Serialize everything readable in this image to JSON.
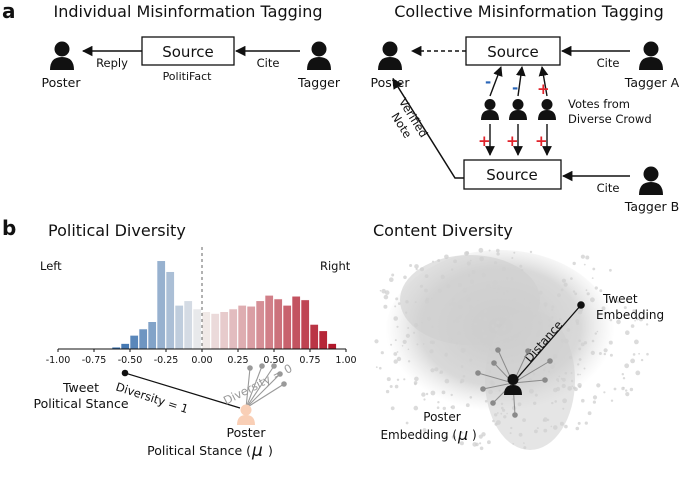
{
  "panel_a": {
    "label": "a",
    "left": {
      "title": "Individual Misinformation Tagging",
      "source": "Source",
      "source_caption": "PolitiFact",
      "reply": "Reply",
      "cite": "Cite",
      "poster": "Poster",
      "tagger": "Tagger"
    },
    "right": {
      "title": "Collective Misinformation Tagging",
      "source_top": "Source",
      "source_bottom": "Source",
      "cite_a": "Cite",
      "cite_b": "Cite",
      "poster": "Poster",
      "tagger_a": "Tagger A",
      "tagger_b": "Tagger B",
      "votes": [
        "Votes from",
        "Diverse Crowd"
      ],
      "verified_note": [
        "Verified",
        "Note"
      ],
      "vote_signs_up": [
        "-",
        "-",
        "+"
      ],
      "vote_signs_down": [
        "+",
        "+",
        "+"
      ]
    }
  },
  "panel_b": {
    "label": "b",
    "political": {
      "title": "Political Diversity",
      "left_label": "Left",
      "right_label": "Right",
      "tweet_label": [
        "Tweet",
        "Political Stance"
      ],
      "poster_label": [
        "Poster",
        "Political Stance ("
      ],
      "mu": "μ",
      "close_paren": ")",
      "diversity_1": "Diversity = 1",
      "diversity_0": "Diversity = 0"
    },
    "content": {
      "title": "Content Diversity",
      "tweet_label": [
        "Tweet",
        "Embedding"
      ],
      "poster_label": [
        "Poster",
        "Embedding ("
      ],
      "mu": "μ",
      "close_paren": ")",
      "distance": "Distance"
    }
  },
  "chart_data": {
    "type": "bar",
    "x": [
      -0.625,
      -0.5625,
      -0.5,
      -0.4375,
      -0.375,
      -0.3125,
      -0.25,
      -0.1875,
      -0.125,
      -0.0625,
      0.0,
      0.0625,
      0.125,
      0.1875,
      0.25,
      0.3125,
      0.375,
      0.4375,
      0.5,
      0.5625,
      0.625,
      0.6875,
      0.75,
      0.8125,
      0.875
    ],
    "values": [
      0.02,
      0.06,
      0.15,
      0.22,
      0.3,
      0.97,
      0.85,
      0.48,
      0.53,
      0.44,
      0.41,
      0.39,
      0.41,
      0.44,
      0.48,
      0.47,
      0.53,
      0.59,
      0.55,
      0.48,
      0.58,
      0.54,
      0.27,
      0.2,
      0.06
    ],
    "xlim": [
      -1.0,
      1.0
    ],
    "ticks": [
      "-1.00",
      "-0.75",
      "-0.50",
      "-0.25",
      "0.00",
      "0.25",
      "0.50",
      "0.75",
      "1.00"
    ],
    "tick_values": [
      -1.0,
      -0.75,
      -0.5,
      -0.25,
      0.0,
      0.25,
      0.5,
      0.75,
      1.0
    ],
    "divider_x": 0.0,
    "tweet_stance": -0.5,
    "poster_stance": 0.38,
    "colors": {
      "left": "#1f5fa6",
      "right": "#b2182b",
      "neutral": "#f2f0ee"
    }
  },
  "colors": {
    "minus": "#2a66b8",
    "plus": "#e0232b",
    "gray_text": "#999999",
    "poster_peach": "#f9cfb6",
    "cloud": "#d2d2d2"
  }
}
